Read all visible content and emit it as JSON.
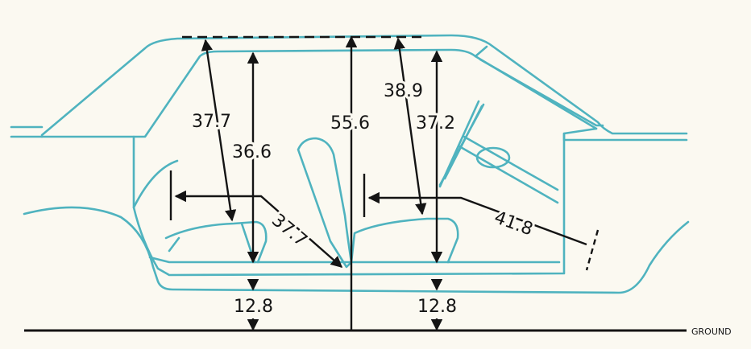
{
  "measurements": {
    "rear_headroom_diagonal": "37.7",
    "rear_headroom_vertical": "36.6",
    "overall_height": "55.6",
    "front_headroom_diagonal": "38.9",
    "front_headroom_vertical": "37.2",
    "rear_legroom": "37.7",
    "front_legroom": "41.8",
    "rear_ground_clearance": "12.8",
    "front_ground_clearance": "12.8"
  },
  "ground_label": "GROUND",
  "colors": {
    "car_outline": "#4fb3bf",
    "dimension_lines": "#141414",
    "background": "#fbf9f1"
  }
}
